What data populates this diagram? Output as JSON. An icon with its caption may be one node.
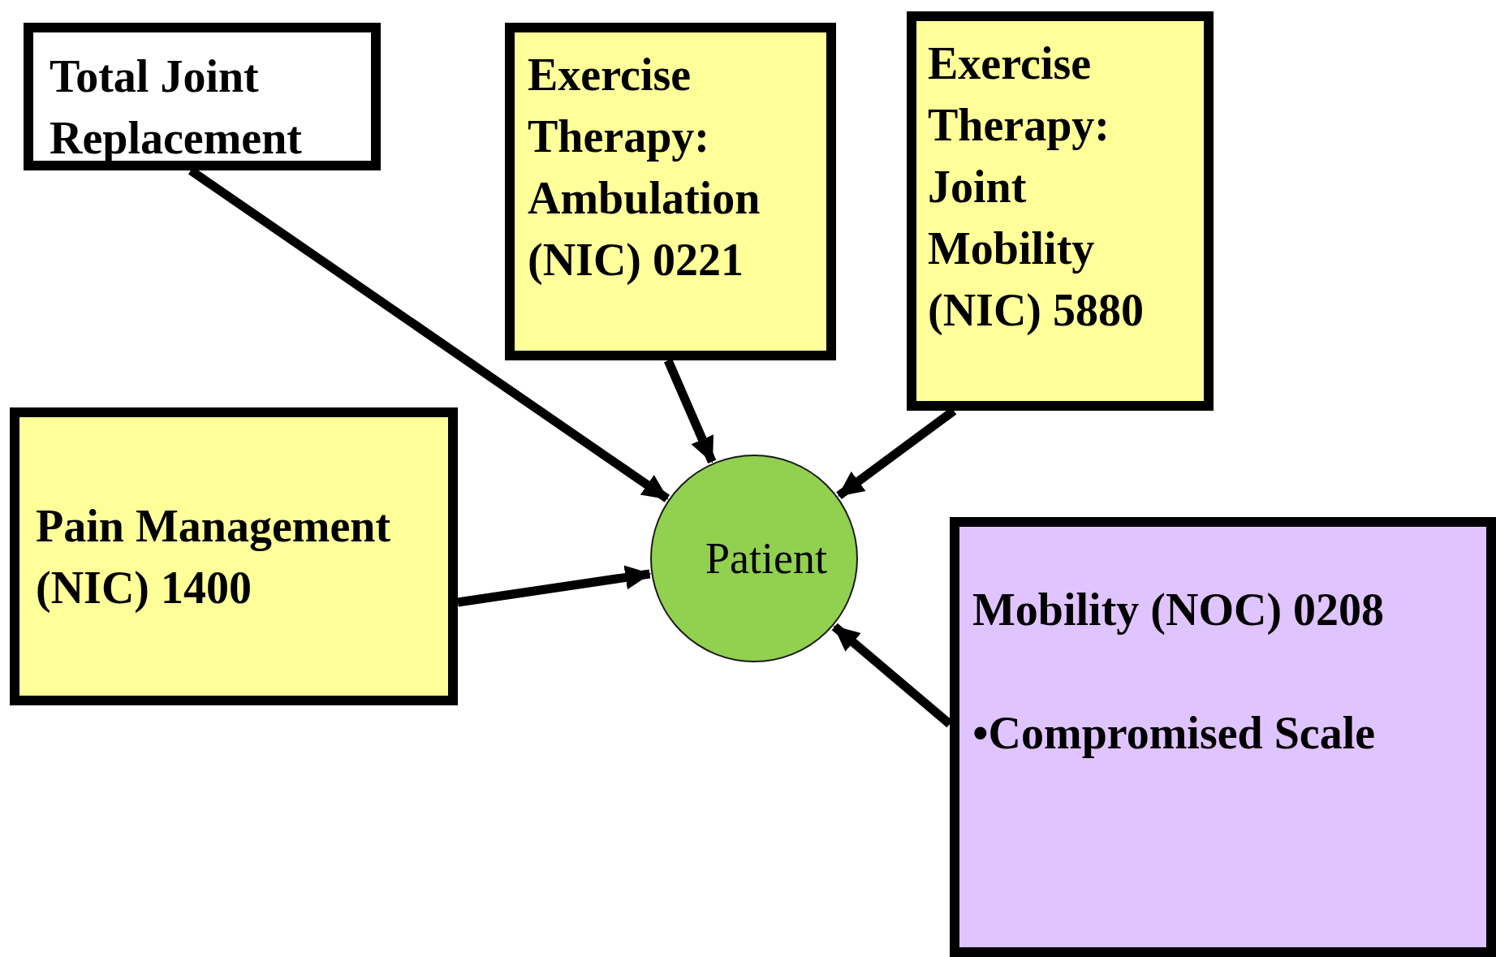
{
  "diagram": {
    "nodes": [
      {
        "text": [
          "Total Joint Replacement"
        ]
      },
      {
        "text": [
          "Exercise Therapy: Ambulation (NIC) 0221"
        ]
      },
      {
        "text": [
          "Exercise Therapy: Joint Mobility (NIC) 5880"
        ]
      },
      {
        "text": [
          "Pain Management (NIC) 1400"
        ]
      },
      {
        "text": [
          "Patient"
        ]
      },
      {
        "text": [
          "Mobility (NOC) 0208",
          "•Compromised Scale"
        ]
      }
    ],
    "edges": [
      {
        "from": 0,
        "to": 4,
        "arrow": "to"
      },
      {
        "from": 1,
        "to": 4,
        "arrow": "to"
      },
      {
        "from": 2,
        "to": 4,
        "arrow": "to"
      },
      {
        "from": 3,
        "to": 4,
        "arrow": "to"
      },
      {
        "from": 5,
        "to": 4,
        "arrow": "to"
      }
    ]
  }
}
